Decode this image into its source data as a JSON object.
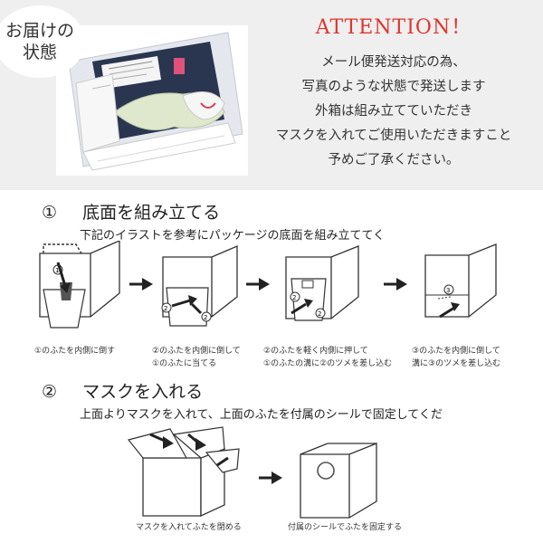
{
  "badge": {
    "line1": "お届けの",
    "line2": "状態"
  },
  "attention": {
    "title": "ATTENTION！",
    "lines": [
      "メール便発送対応の為、",
      "写真のような状態で発送します",
      "外箱は組み立てていただき",
      "マスクを入れてご使用いただきますこと",
      "予めご了承ください。"
    ]
  },
  "step1": {
    "number": "①",
    "title": "底面を組み立てる",
    "subtitle": "下記のイラストを参考にパッケージの底面を組み立ててく",
    "captions": [
      {
        "l1": "①のふたを内側に倒す",
        "l2": ""
      },
      {
        "l1": "②のふたを内側に倒して",
        "l2": "①のふたに当てる"
      },
      {
        "l1": "②のふたを軽く内側に押して",
        "l2": "①のふたの溝に②のツメを差し込む"
      },
      {
        "l1": "③のふたを内側に倒して",
        "l2": "溝に③のツメを差し込む"
      }
    ]
  },
  "step2": {
    "number": "②",
    "title": "マスクを入れる",
    "subtitle": "上面よりマスクを入れて、上面のふたを付属のシールで固定してくだ",
    "captions": [
      {
        "l1": "マスクを入れてふたを閉める"
      },
      {
        "l1": "付属のシールでふたを固定する"
      }
    ]
  },
  "colors": {
    "accent": "#e0352b",
    "top_bg": "#efefef"
  }
}
